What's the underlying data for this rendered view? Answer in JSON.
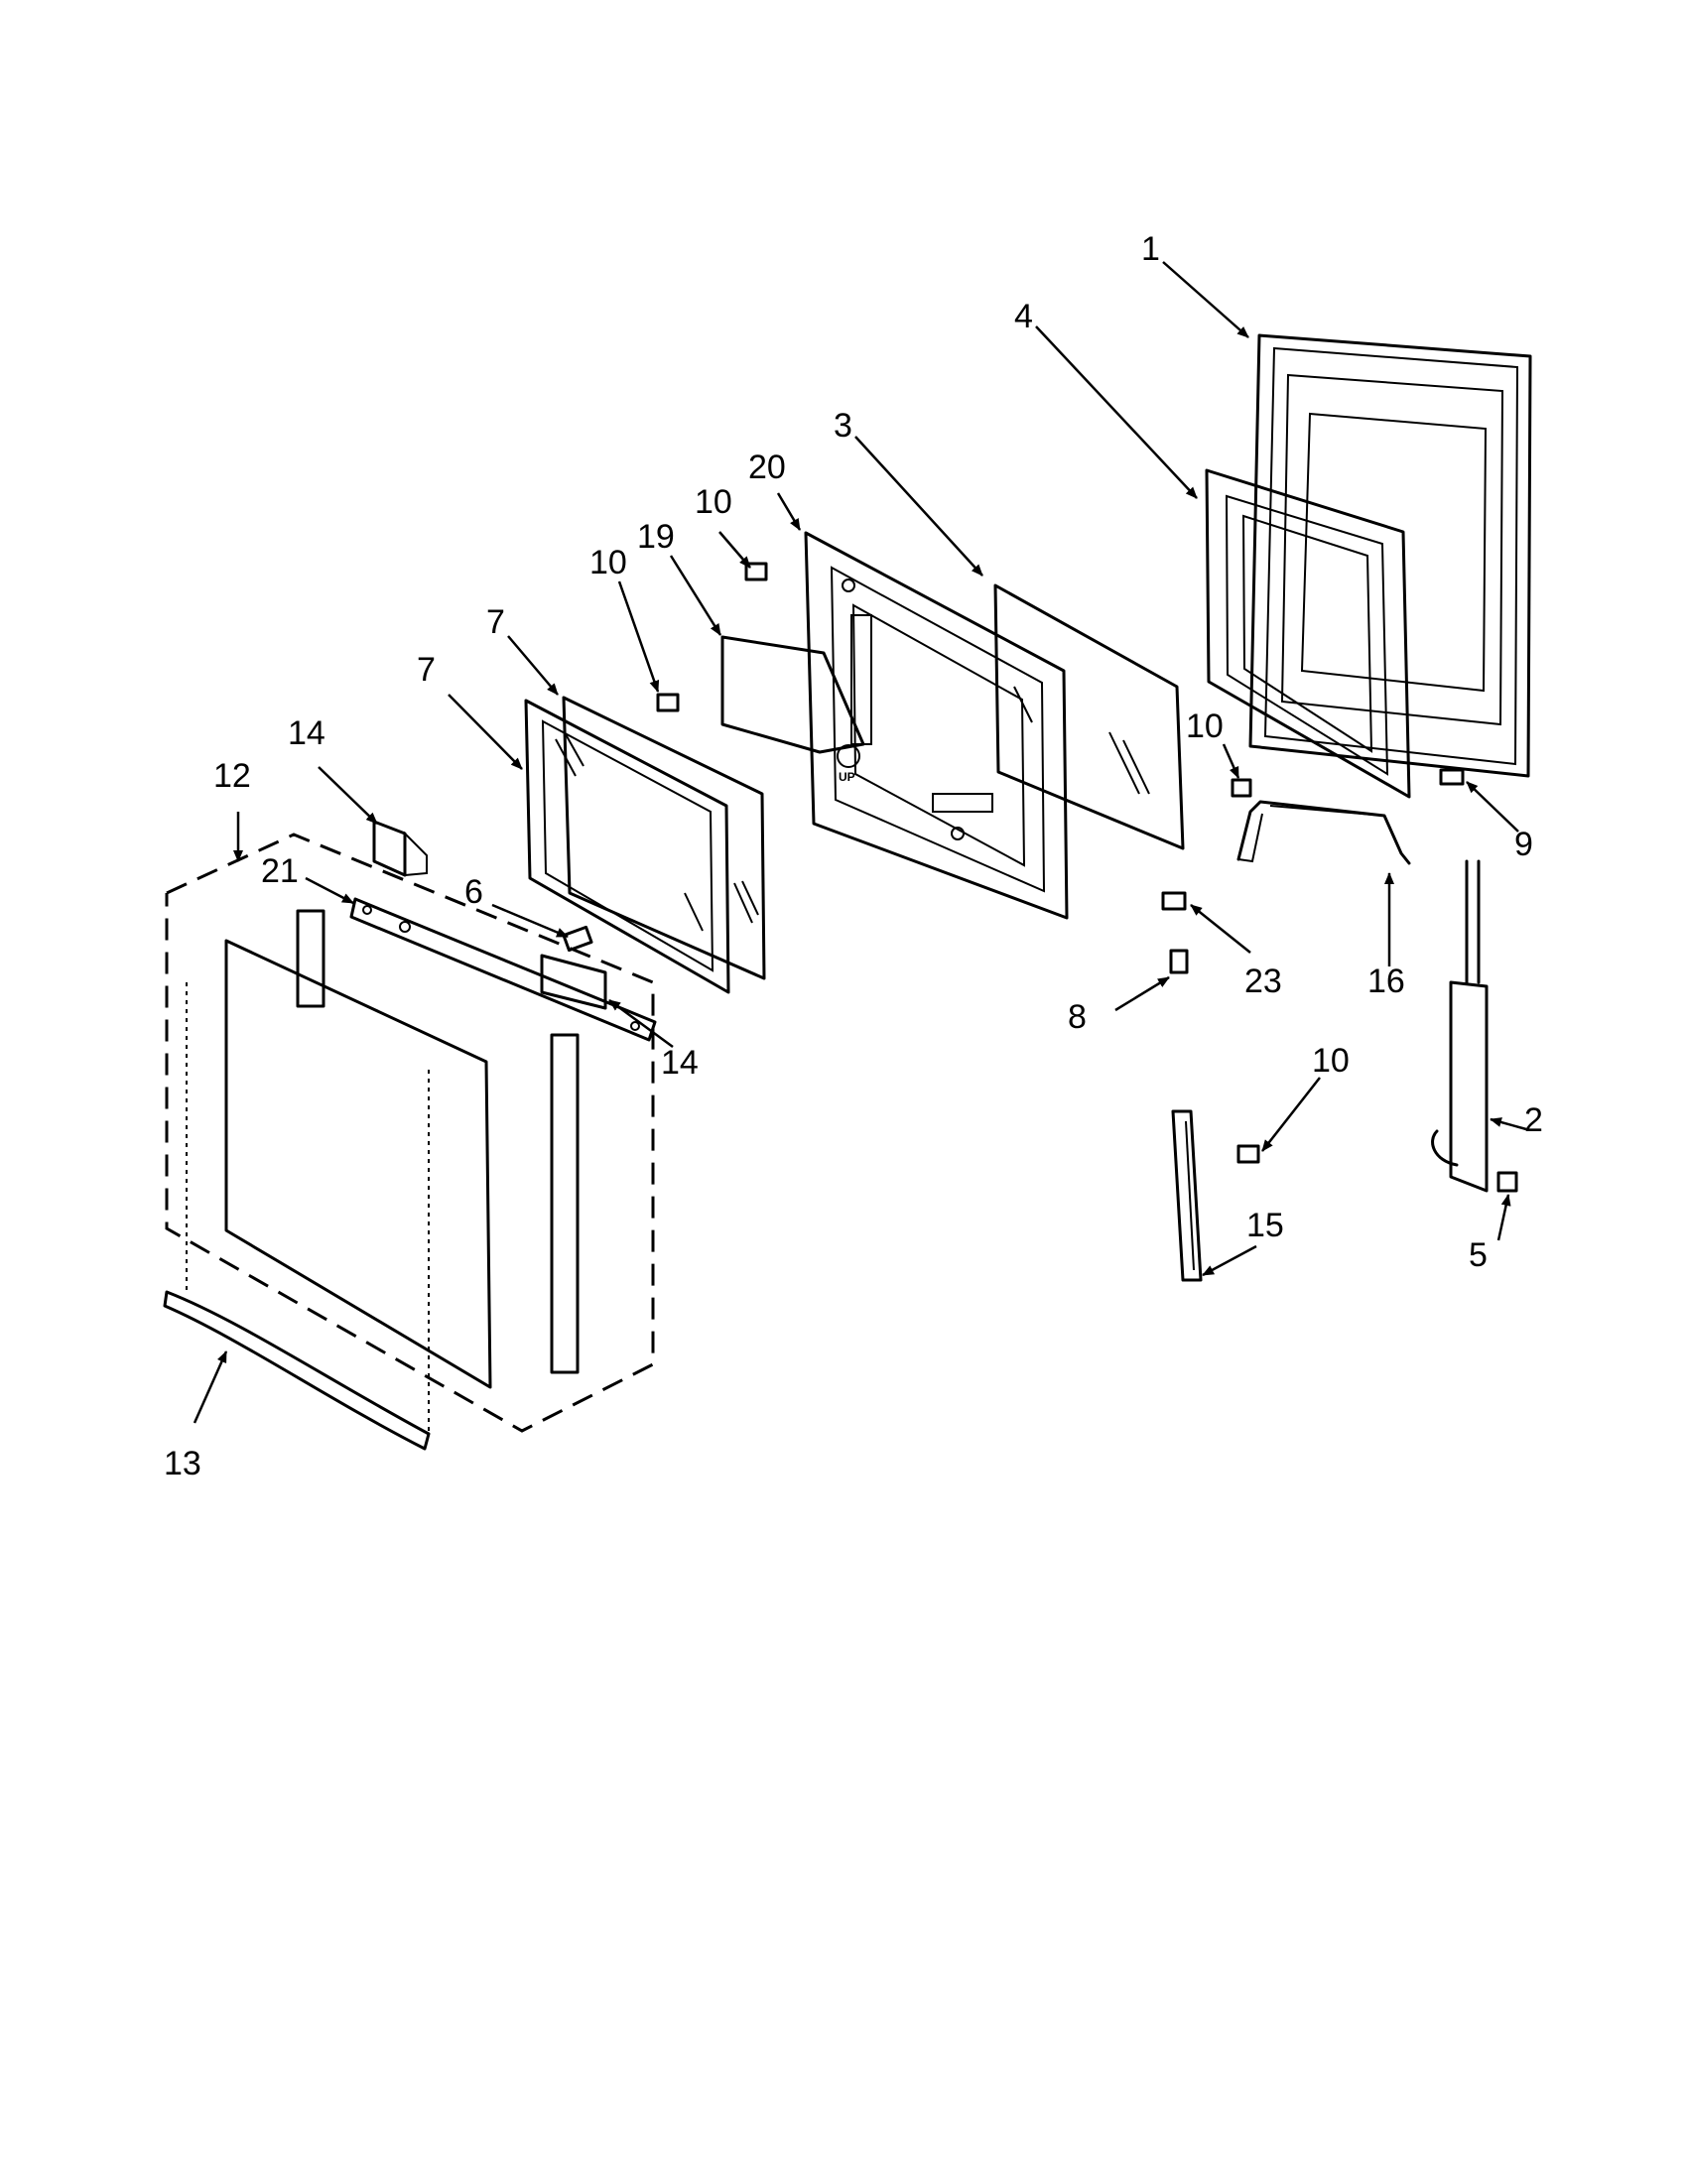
{
  "callouts": [
    {
      "id": "c1",
      "number": "1"
    },
    {
      "id": "c4",
      "number": "4"
    },
    {
      "id": "c3",
      "number": "3"
    },
    {
      "id": "c20",
      "number": "20"
    },
    {
      "id": "c10a",
      "number": "10"
    },
    {
      "id": "c19",
      "number": "19"
    },
    {
      "id": "c10b",
      "number": "10"
    },
    {
      "id": "c7a",
      "number": "7"
    },
    {
      "id": "c7b",
      "number": "7"
    },
    {
      "id": "c14a",
      "number": "14"
    },
    {
      "id": "c12",
      "number": "12"
    },
    {
      "id": "c21",
      "number": "21"
    },
    {
      "id": "c6",
      "number": "6"
    },
    {
      "id": "c14b",
      "number": "14"
    },
    {
      "id": "c13",
      "number": "13"
    },
    {
      "id": "c10c",
      "number": "10"
    },
    {
      "id": "c9",
      "number": "9"
    },
    {
      "id": "c23",
      "number": "23"
    },
    {
      "id": "c16",
      "number": "16"
    },
    {
      "id": "c8",
      "number": "8"
    },
    {
      "id": "c10d",
      "number": "10"
    },
    {
      "id": "c2",
      "number": "2"
    },
    {
      "id": "c15",
      "number": "15"
    },
    {
      "id": "c5",
      "number": "5"
    }
  ],
  "panel_marking": "UP"
}
